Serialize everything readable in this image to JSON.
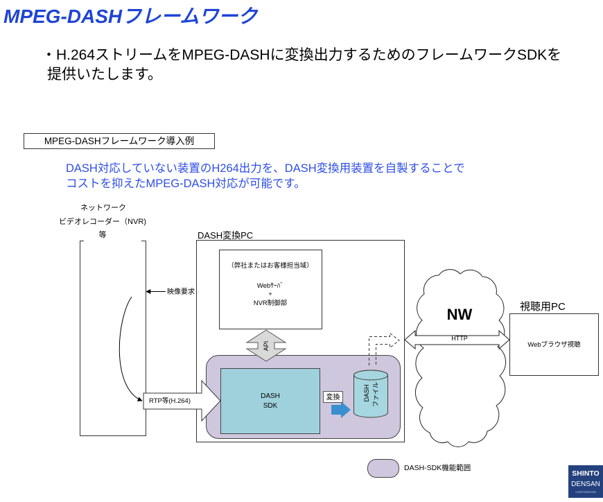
{
  "slide": {
    "title": "MPEG-DASHフレームワーク",
    "bullet_line1": "・H.264ストリームをMPEG-DASHに変換出力するためのフレームワークSDKを",
    "bullet_line2": "提供いたします。"
  },
  "example": {
    "heading": "MPEG-DASHフレームワーク導入例",
    "description_line1": "DASH対応していない装置のH264出力を、DASH変換用装置を自製することで",
    "description_line2": "コストを抑えたMPEG-DASH対応が可能です。"
  },
  "diagram": {
    "nvr": {
      "label_line1": "ネットワーク",
      "label_line2": "ビデオレコーダー（NVR)",
      "label_line3": "等"
    },
    "video_request": "映像要求",
    "rtp": "RTP等(H.264)",
    "dash_pc": {
      "label": "DASH変換PC",
      "control_area": {
        "scope": "（弊社またはお客様担当域）",
        "line1": "Webｻｰﾊﾞ",
        "line2": "+",
        "line3": "NVR制御部"
      },
      "api": "API",
      "sdk": {
        "line1": "DASH",
        "line2": "SDK"
      },
      "convert": "変換",
      "dash_file": {
        "line1": "DASH",
        "line2": "ファイル"
      }
    },
    "network": {
      "label": "NW",
      "protocol": "HTTP"
    },
    "viewer_pc": {
      "label": "視聴用PC",
      "content": "Webブラウザ視聴"
    },
    "legend": {
      "label": "DASH-SDK機能範囲"
    }
  },
  "logo": {
    "line1": "SHINTO",
    "line2": "DENSAN",
    "line3": "CORPORATION"
  },
  "colors": {
    "title": "#1f44d6",
    "description": "#2d4de8",
    "sdk_scope": "#cfc7dd",
    "sdk_box": "#9fd1dc",
    "dash_file": "#a6d6df",
    "api": "#d9d9d9",
    "convert_arrow": "#3a8fd0",
    "logo": "#24417e"
  }
}
